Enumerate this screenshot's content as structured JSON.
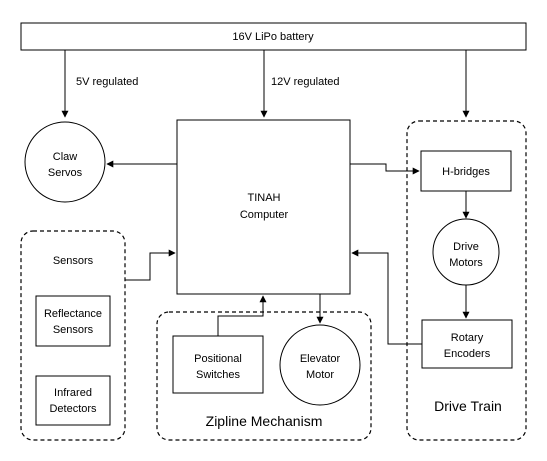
{
  "diagram": {
    "battery": "16V LiPo battery",
    "computer": [
      "TINAH",
      "Computer"
    ],
    "edge_labels": {
      "regulated_5v": "5V regulated",
      "regulated_12v": "12V regulated"
    },
    "claw_servos": [
      "Claw",
      "Servos"
    ],
    "sensors_group": {
      "title": "Sensors",
      "reflectance": [
        "Reflectance",
        "Sensors"
      ],
      "infrared": [
        "Infrared",
        "Detectors"
      ]
    },
    "zipline_group": {
      "title": "Zipline Mechanism",
      "positional_switches": [
        "Positional",
        "Switches"
      ],
      "elevator_motor": [
        "Elevator",
        "Motor"
      ]
    },
    "drive_group": {
      "title": "Drive Train",
      "h_bridges": "H-bridges",
      "drive_motors": [
        "Drive",
        "Motors"
      ],
      "rotary_encoders": [
        "Rotary",
        "Encoders"
      ]
    }
  }
}
